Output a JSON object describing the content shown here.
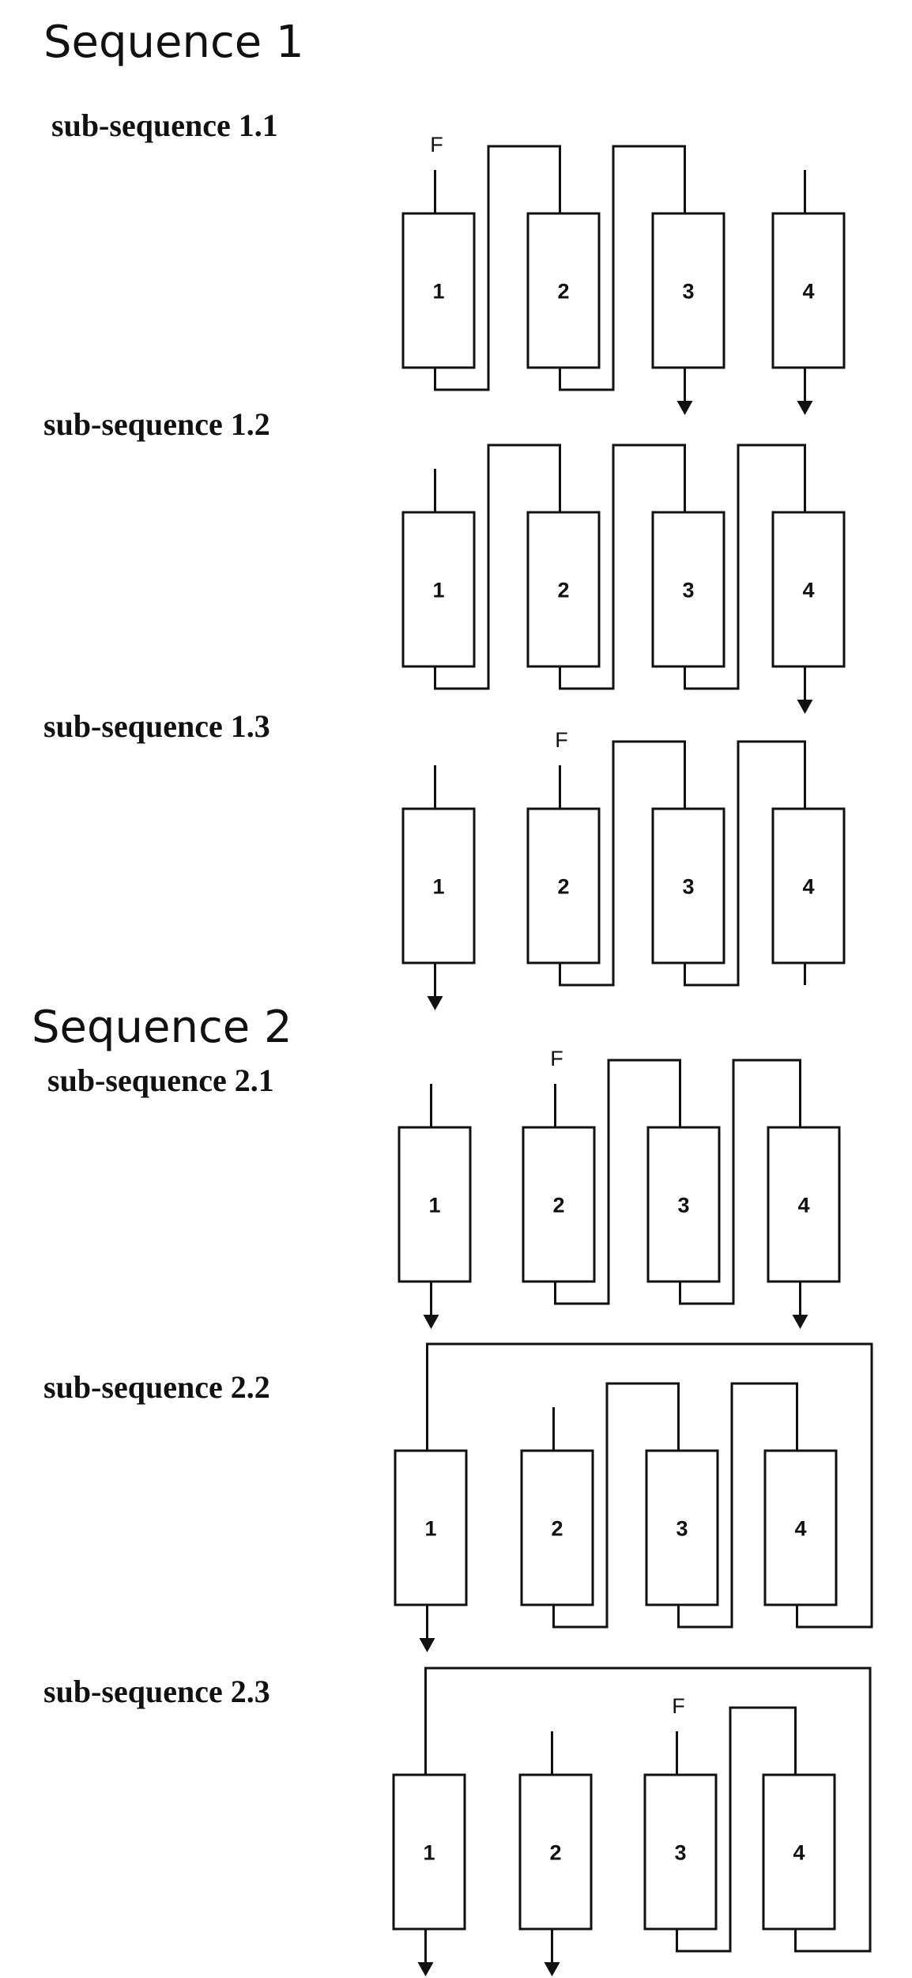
{
  "sequences": [
    {
      "title": "Sequence 1",
      "subsequences": [
        {
          "label": "sub-sequence 1.1",
          "columns": [
            "1",
            "2",
            "3",
            "4"
          ],
          "feed": "F",
          "feed_column": 1,
          "outlets": [
            3,
            4
          ]
        },
        {
          "label": "sub-sequence 1.2",
          "columns": [
            "1",
            "2",
            "3",
            "4"
          ],
          "feed": "",
          "feed_column": 1,
          "outlets": [
            4
          ]
        },
        {
          "label": "sub-sequence 1.3",
          "columns": [
            "1",
            "2",
            "3",
            "4"
          ],
          "feed": "F",
          "feed_column": 2,
          "outlets": [
            1
          ]
        }
      ]
    },
    {
      "title": "Sequence 2",
      "subsequences": [
        {
          "label": "sub-sequence 2.1",
          "columns": [
            "1",
            "2",
            "3",
            "4"
          ],
          "feed": "F",
          "feed_column": 2,
          "outlets": [
            1,
            4
          ]
        },
        {
          "label": "sub-sequence 2.2",
          "columns": [
            "1",
            "2",
            "3",
            "4"
          ],
          "feed": "",
          "feed_column": 2,
          "outlets": [
            1
          ]
        },
        {
          "label": "sub-sequence 2.3",
          "columns": [
            "1",
            "2",
            "3",
            "4"
          ],
          "feed": "F",
          "feed_column": 3,
          "outlets": [
            1,
            2
          ]
        }
      ]
    }
  ]
}
